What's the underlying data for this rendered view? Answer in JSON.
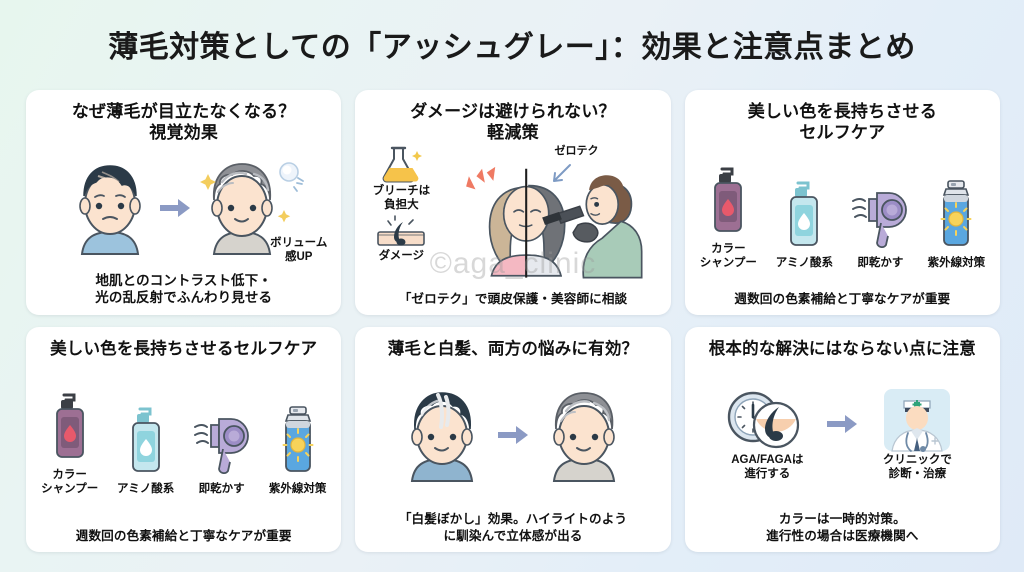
{
  "page": {
    "title": "薄毛対策としての「アッシュグレー」：効果と注意点まとめ",
    "watermark": "©aga_clinic",
    "bg_start": "#e7f6ee",
    "bg_end": "#dfeaf7",
    "card_bg": "#ffffff",
    "accent_arrow": "#8b9ac4",
    "text_color": "#111111"
  },
  "cards": [
    {
      "id": "visual-effect",
      "title": "なぜ薄毛が目立たなくなる？\n視覚効果",
      "title_lines": [
        "なぜ薄毛が目立たなくなる？",
        "視覚効果"
      ],
      "caption": "地肌とのコントラスト低下・\n光の乱反射でふんわり見せる",
      "caption_lines": [
        "地肌とのコントラスト低下・",
        "光の乱反射でふんわり見せる"
      ],
      "annotations": [
        {
          "name": "volume-up-label",
          "text": "ボリューム\n感UP",
          "lines": [
            "ボリューム",
            "感UP"
          ]
        }
      ],
      "illustration": "before-after-faces"
    },
    {
      "id": "damage-mitigation",
      "title": "ダメージは避けられない？\n軽減策",
      "title_lines": [
        "ダメージは避けられない？",
        "軽減策"
      ],
      "caption": "「ゼロテク」で頭皮保護・美容師に相談",
      "caption_lines": [
        "「ゼロテク」で頭皮保護・美容師に相談"
      ],
      "annotations": [
        {
          "name": "bleach-burden-label",
          "text": "ブリーチは\n負担大",
          "lines": [
            "ブリーチは",
            "負担大"
          ]
        },
        {
          "name": "damage-label",
          "text": "ダメージ",
          "lines": [
            "ダメージ"
          ]
        },
        {
          "name": "zerotech-label",
          "text": "ゼロテク",
          "lines": [
            "ゼロテク"
          ]
        }
      ],
      "illustration": "salon-coloring"
    },
    {
      "id": "self-care-top",
      "title": "美しい色を長持ちさせる\nセルフケア",
      "title_lines": [
        "美しい色を長持ちさせる",
        "セルフケア"
      ],
      "caption": "週数回の色素補給と丁寧なケアが重要",
      "caption_lines": [
        "週数回の色素補給と丁寧なケアが重要"
      ],
      "products": [
        {
          "name": "color-shampoo",
          "label": "カラー\nシャンプー",
          "lines": [
            "カラー",
            "シャンプー"
          ],
          "color": "#9d6f93"
        },
        {
          "name": "amino-acid-shampoo",
          "label": "アミノ酸系",
          "lines": [
            "アミノ酸系"
          ],
          "color": "#a8dce4"
        },
        {
          "name": "hair-dryer",
          "label": "即乾かす",
          "lines": [
            "即乾かす"
          ],
          "color": "#b3a5d6"
        },
        {
          "name": "uv-spray",
          "label": "紫外線対策",
          "lines": [
            "紫外線対策"
          ],
          "color": "#5aa7e0"
        }
      ],
      "illustration": "hair-care-products"
    },
    {
      "id": "self-care-bottom",
      "title": "美しい色を長持ちさせるセルフケア",
      "title_lines": [
        "美しい色を長持ちさせるセルフケア"
      ],
      "caption": "週数回の色素補給と丁寧なケアが重要",
      "caption_lines": [
        "週数回の色素補給と丁寧なケアが重要"
      ],
      "products": [
        {
          "name": "color-shampoo",
          "label": "カラー\nシャンプー",
          "lines": [
            "カラー",
            "シャンプー"
          ],
          "color": "#9d6f93"
        },
        {
          "name": "amino-acid-shampoo",
          "label": "アミノ酸系",
          "lines": [
            "アミノ酸系"
          ],
          "color": "#a8dce4"
        },
        {
          "name": "hair-dryer",
          "label": "即乾かす",
          "lines": [
            "即乾かす"
          ],
          "color": "#b3a5d6"
        },
        {
          "name": "uv-spray",
          "label": "紫外線対策",
          "lines": [
            "紫外線対策"
          ],
          "color": "#5aa7e0"
        }
      ],
      "illustration": "hair-care-products"
    },
    {
      "id": "gray-hair-blend",
      "title": "薄毛と白髪、両方の悩みに有効？",
      "title_lines": [
        "薄毛と白髪、両方の悩みに有効？"
      ],
      "caption": "「白髪ぼかし」効果。ハイライトのよう\nに馴染んで立体感が出る",
      "caption_lines": [
        "「白髪ぼかし」効果。ハイライトのよう",
        "に馴染んで立体感が出る"
      ],
      "illustration": "gray-to-ash-faces"
    },
    {
      "id": "not-fundamental-cure",
      "title": "根本的な解決にはならない点に注意",
      "title_lines": [
        "根本的な解決にはならない点に注意"
      ],
      "caption": "カラーは一時的対策。\n進行性の場合は医療機関へ",
      "caption_lines": [
        "カラーは一時的対策。",
        "進行性の場合は医療機関へ"
      ],
      "annotations": [
        {
          "name": "aga-progress-label",
          "text": "AGA/FAGAは\n進行する",
          "lines": [
            "AGA/FAGAは",
            "進行する"
          ]
        },
        {
          "name": "clinic-label",
          "text": "クリニックで\n診断・治療",
          "lines": [
            "クリニックで",
            "診断・治療"
          ]
        }
      ],
      "illustration": "clock-follicle-doctor"
    }
  ]
}
